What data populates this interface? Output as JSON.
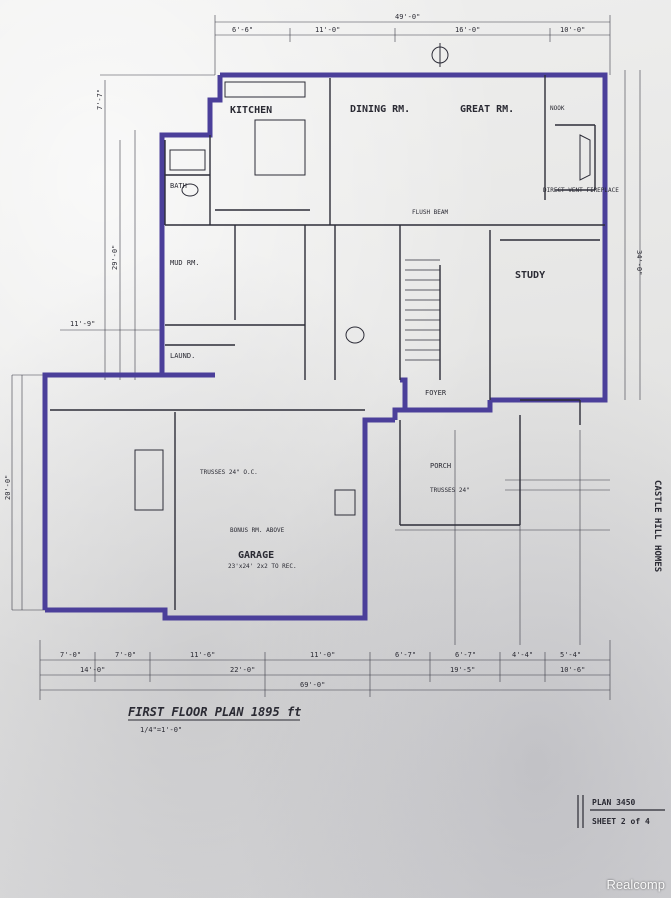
{
  "rooms": {
    "kitchen": "KITCHEN",
    "dining": "DINING RM.",
    "great": "GREAT RM.",
    "bath": "BATH",
    "mudroom": "MUD RM.",
    "laundry": "LAUND.",
    "study": "STUDY",
    "foyer": "FOYER",
    "porch": "PORCH",
    "garage": "GARAGE"
  },
  "dims": {
    "top_overall": "49'-0\"",
    "top_left": "6'-6\"",
    "top_mid": "11'-0\"",
    "top_right1": "16'-0\"",
    "top_right2": "10'-0\"",
    "bottom_1": "7'-0\"",
    "bottom_2": "7'-0\"",
    "bottom_3": "11'-6\"",
    "bottom_4": "11'-0\"",
    "bottom_5": "6'-7\"",
    "bottom_6": "6'-7\"",
    "bottom_7": "4'-4\"",
    "bottom_8": "5'-4\"",
    "bottom_row2_a": "14'-0\"",
    "bottom_row2_b": "22'-0\"",
    "bottom_row2_c": "19'-5\"",
    "bottom_row2_d": "10'-6\"",
    "bottom_overall": "69'-0\"",
    "left_top": "7'-7\"",
    "left_mid": "29'-0\"",
    "left_low": "11'-9\"",
    "left_garage": "20'-0\"",
    "right_side": "34'-0\""
  },
  "notes": {
    "garage_size": "23'x24' 2x2 TO REC.",
    "trusses_garage": "TRUSSES 24\" O.C.",
    "bonus_beam": "BONUS RM. ABOVE",
    "fireplace": "DIRECT VENT FIREPLACE",
    "porch_note": "TRUSSES 24\"",
    "flush_beam": "FLUSH BEAM",
    "nook": "NOOK"
  },
  "builder_mark": "CASTLE HILL HOMES",
  "title": "FIRST FLOOR PLAN 1895 ft",
  "scale": "1/4\"=1'-0\"",
  "plan_no": "PLAN 3450",
  "sheet_no": "SHEET 2 of 4",
  "watermark": "Realcomp"
}
